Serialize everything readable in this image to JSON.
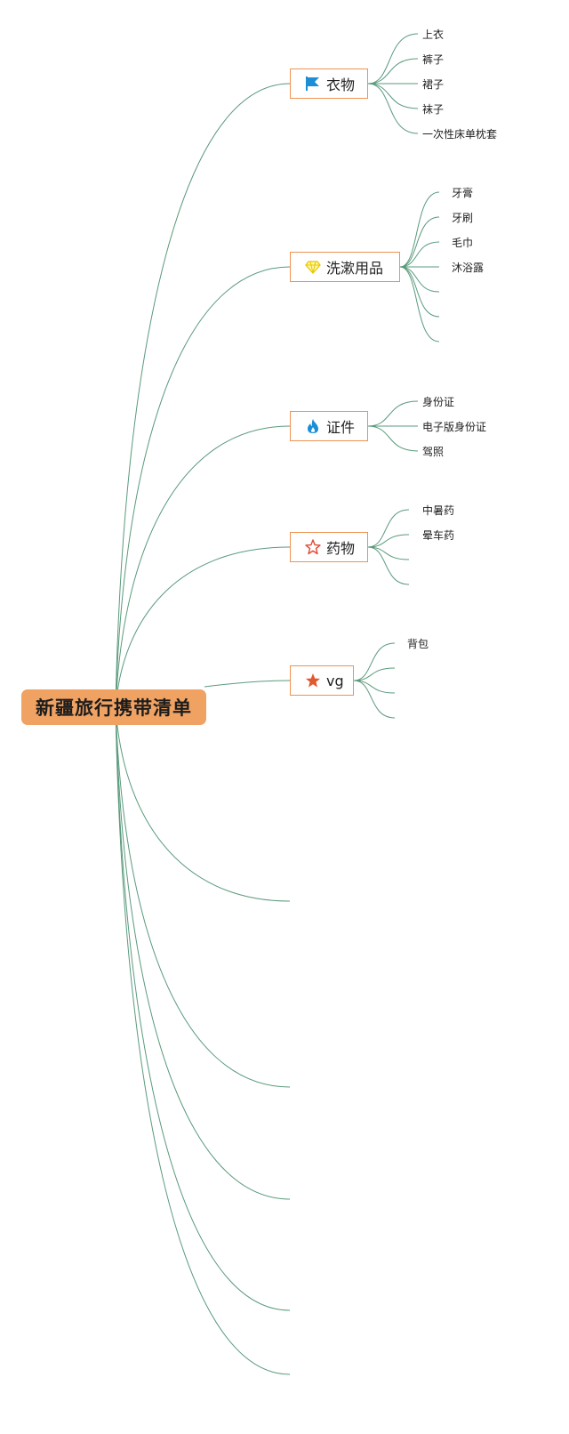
{
  "root": {
    "label": "新疆旅行携带清单"
  },
  "branches": [
    {
      "label": "衣物",
      "icon": "blue-flag-icon",
      "leaves": [
        "上衣",
        "裤子",
        "裙子",
        "袜子",
        "一次性床单枕套"
      ]
    },
    {
      "label": "洗漱用品",
      "icon": "yellow-diamond-icon",
      "leaves": [
        "牙膏",
        "牙刷",
        "毛巾",
        "沐浴露",
        "",
        "",
        ""
      ]
    },
    {
      "label": "证件",
      "icon": "blue-flame-icon",
      "leaves": [
        "身份证",
        "电子版身份证",
        "驾照"
      ]
    },
    {
      "label": "药物",
      "icon": "red-star-outline-icon",
      "leaves": [
        "中暑药",
        "晕车药",
        "",
        ""
      ]
    },
    {
      "label": "vg",
      "icon": "red-star-filled-icon",
      "leaves": [
        "背包",
        "",
        "",
        ""
      ]
    }
  ],
  "colors": {
    "connector": "#5a9a7c",
    "branch_border": "#ee9352",
    "root_fill": "#f0a263"
  }
}
